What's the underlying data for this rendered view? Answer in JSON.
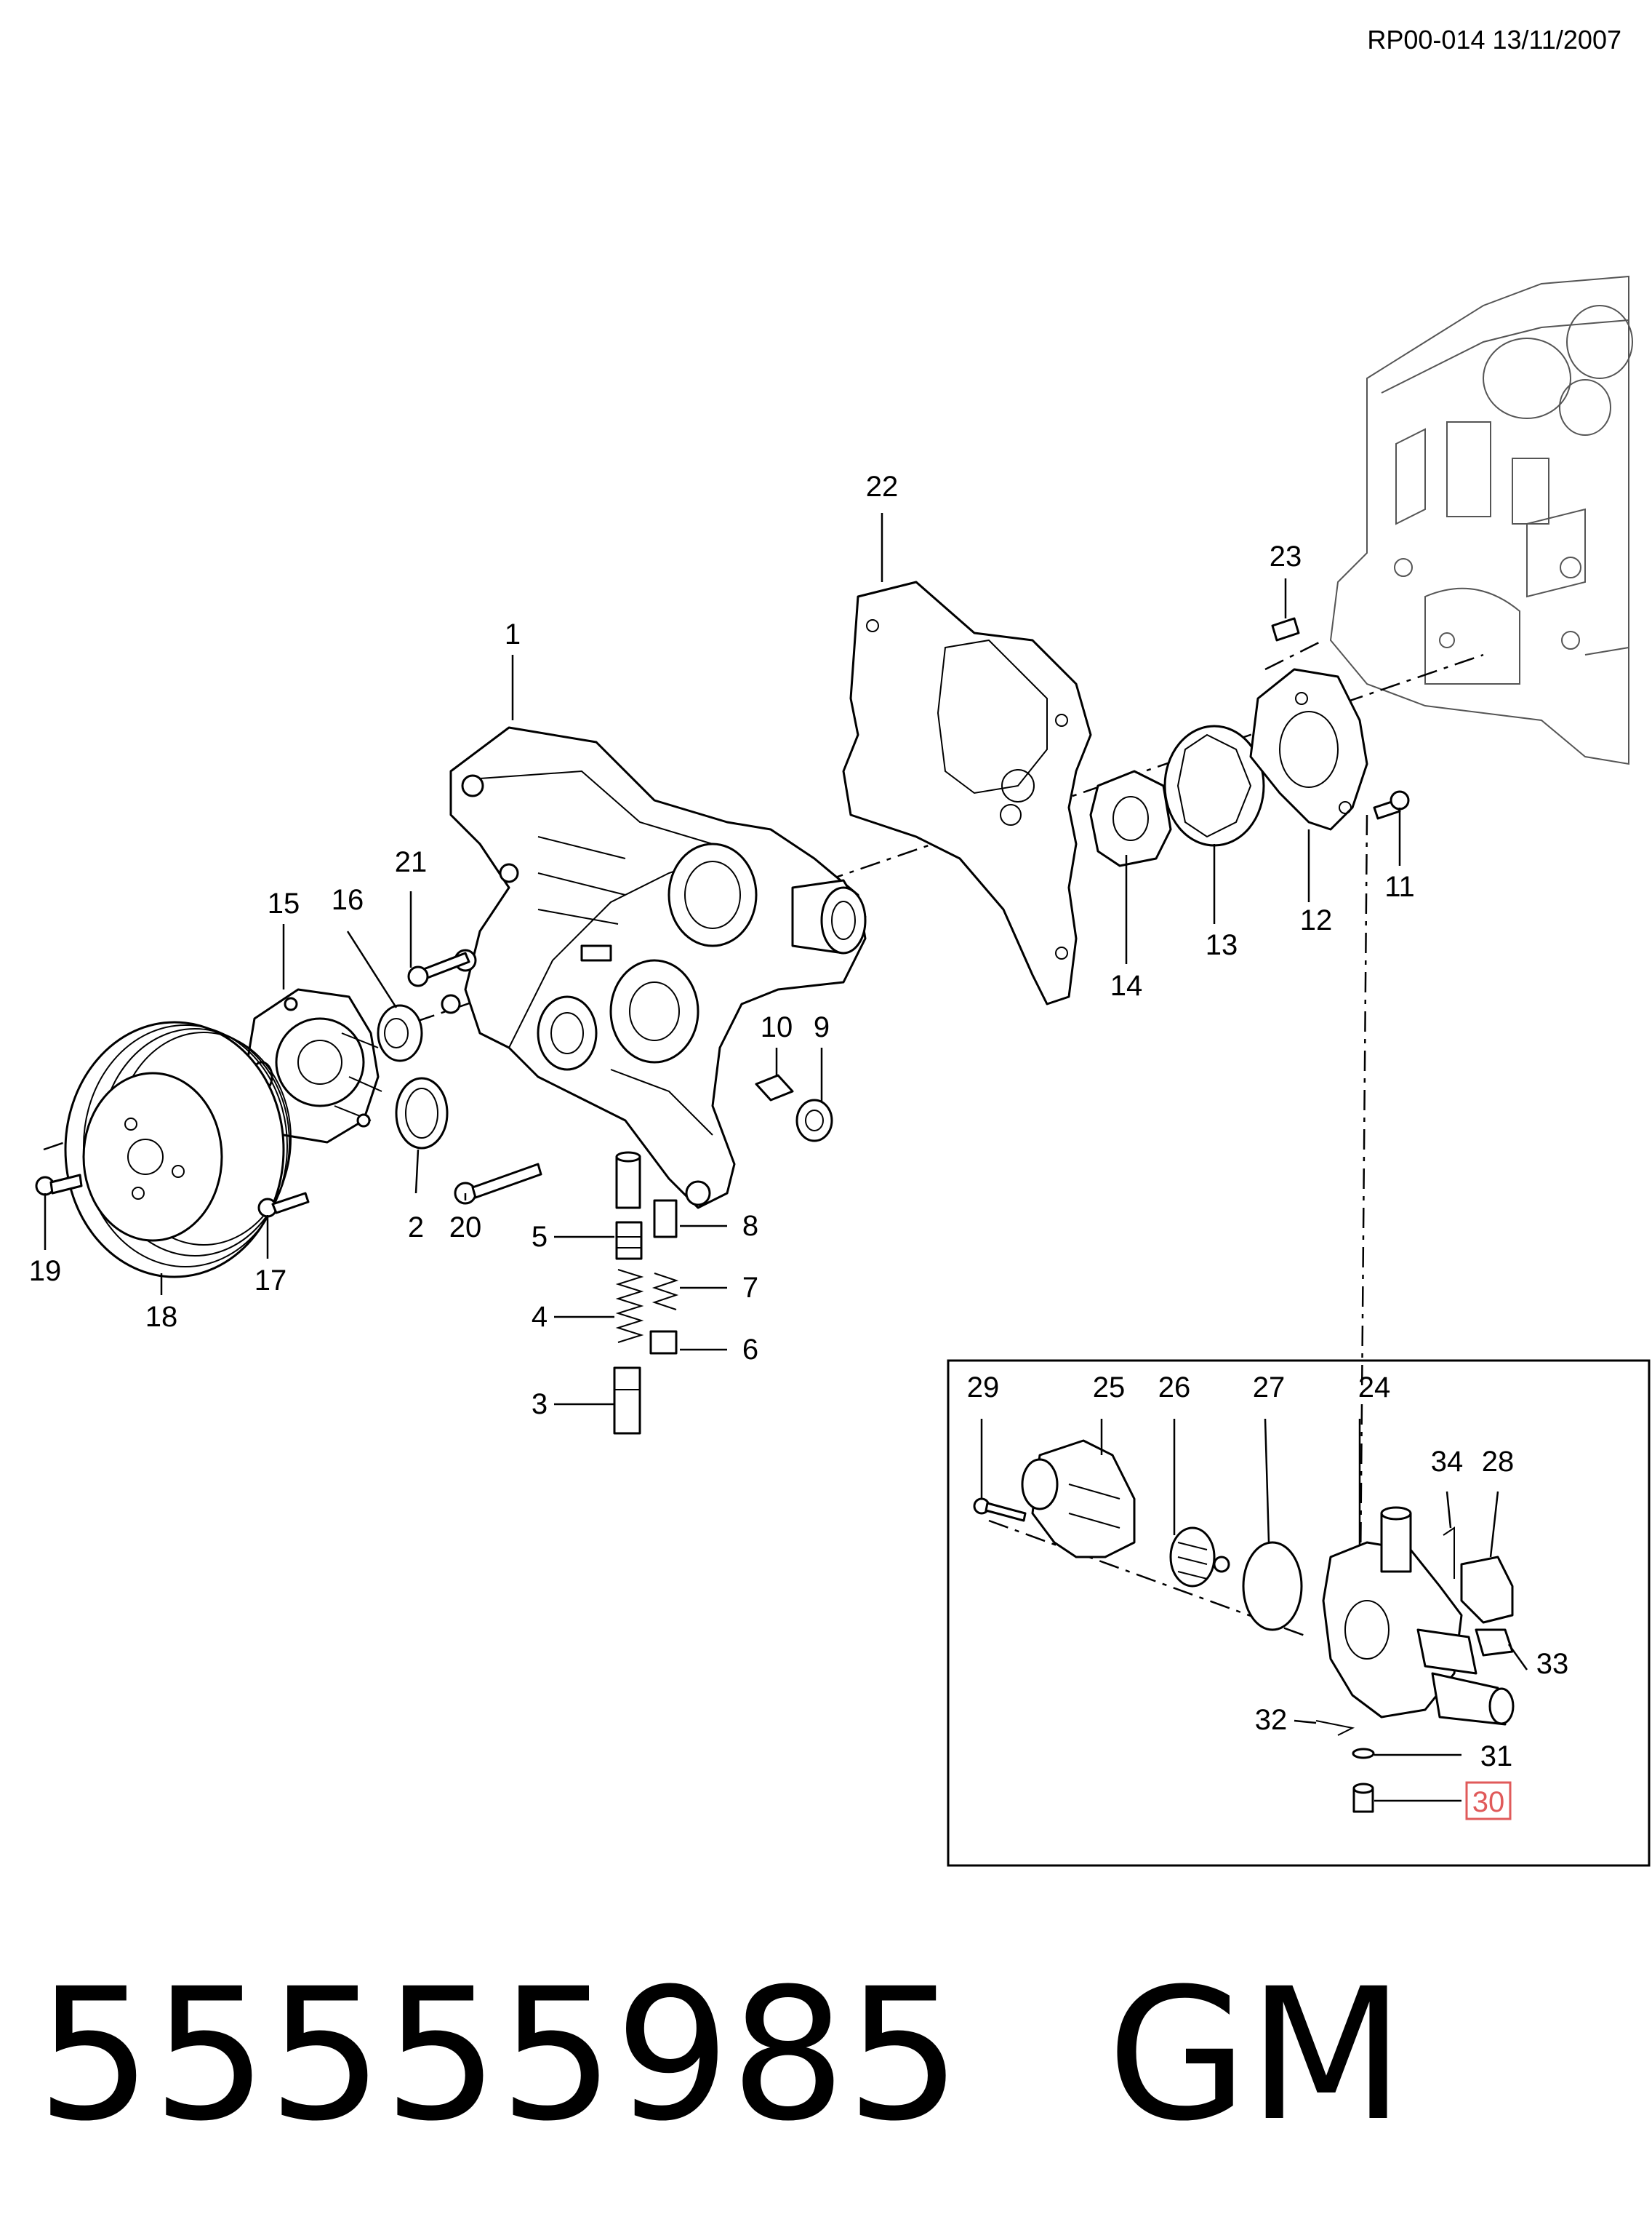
{
  "header": {
    "reference": "RP00-014 13/11/2007"
  },
  "footer": {
    "part_number": "55555985",
    "brand": "GM"
  },
  "diagram": {
    "highlight_color": "#e05a5a",
    "callouts": {
      "c1": "1",
      "c2": "2",
      "c3": "3",
      "c4": "4",
      "c5": "5",
      "c6": "6",
      "c7": "7",
      "c8": "8",
      "c9": "9",
      "c10": "10",
      "c11": "11",
      "c12": "12",
      "c13": "13",
      "c14": "14",
      "c15": "15",
      "c16": "16",
      "c17": "17",
      "c18": "18",
      "c19": "19",
      "c20": "20",
      "c21": "21",
      "c22": "22",
      "c23": "23",
      "c24": "24",
      "c25": "25",
      "c26": "26",
      "c27": "27",
      "c28": "28",
      "c29": "29",
      "c30": "30",
      "c31": "31",
      "c32": "32",
      "c33": "33",
      "c34": "34"
    },
    "highlighted_callout": "30"
  }
}
